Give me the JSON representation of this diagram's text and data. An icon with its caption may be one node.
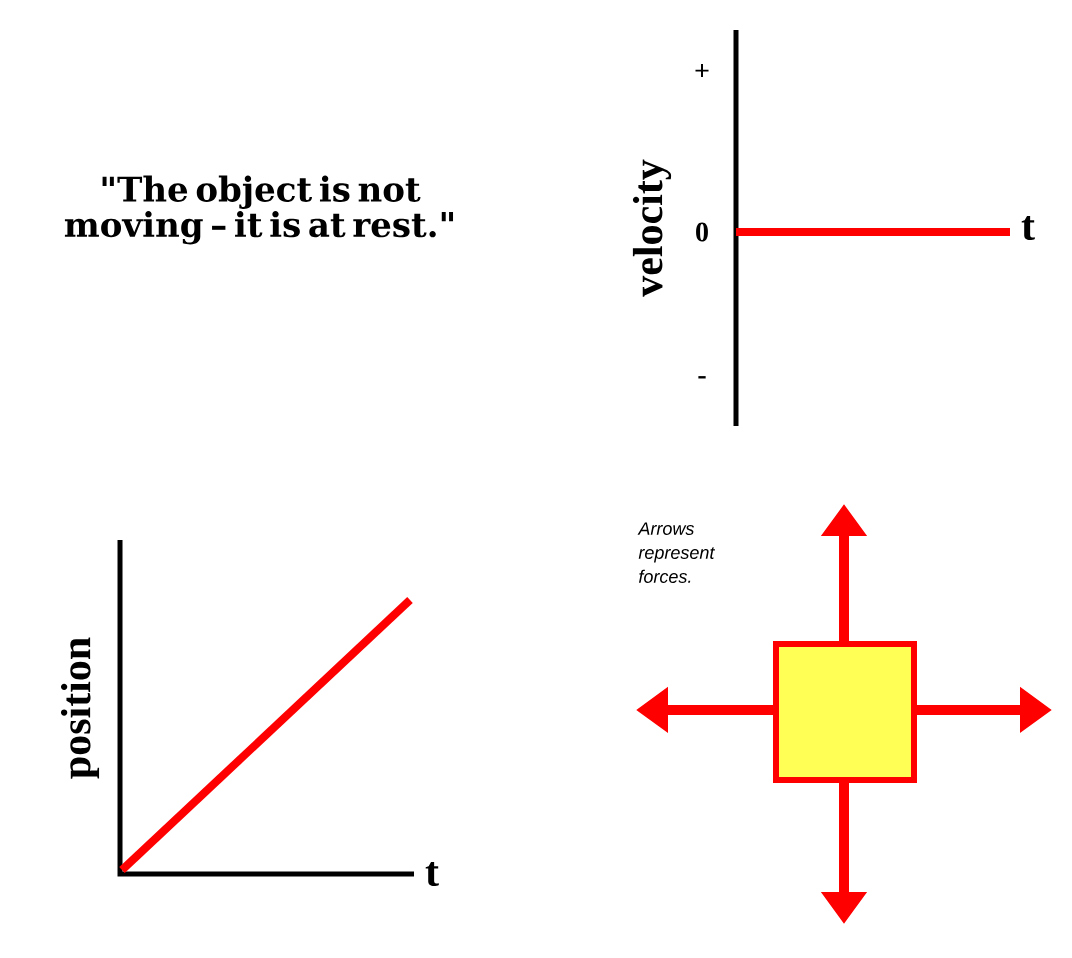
{
  "diagram": {
    "labels": [
      "\"The object is not moving – it is at rest.\"",
      "+",
      "velocity",
      "0",
      "t",
      "-",
      "position",
      "t",
      "Arrows represent forces."
    ]
  }
}
